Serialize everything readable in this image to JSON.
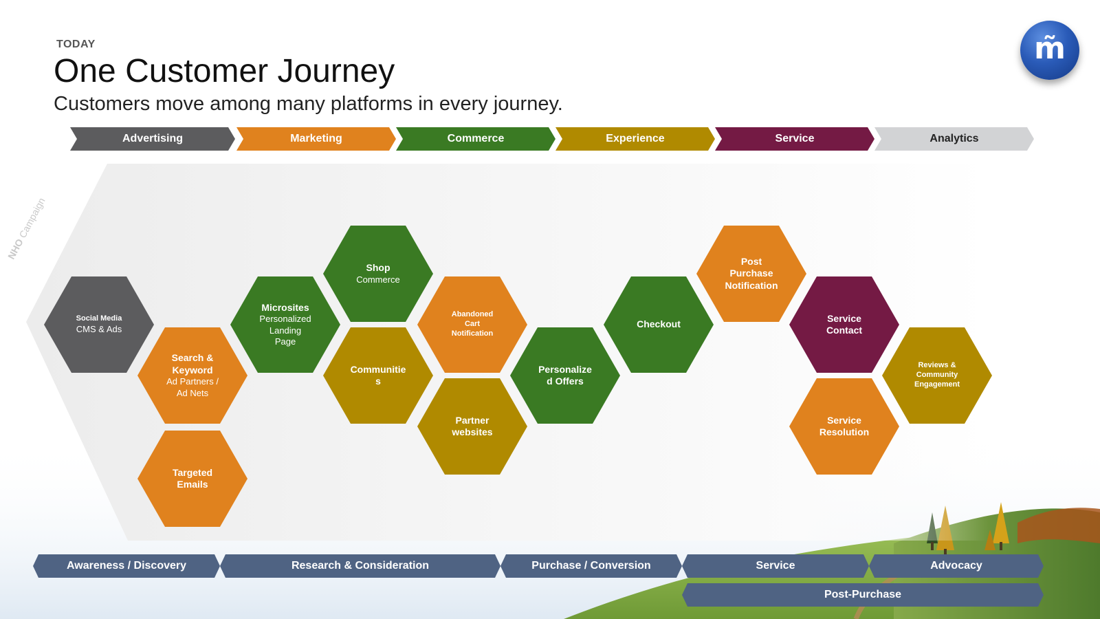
{
  "header": {
    "kicker": "TODAY",
    "title": "One Customer Journey",
    "subtitle": "Customers move among many platforms in every journey.",
    "logo_text": "m̃"
  },
  "top_stages": [
    {
      "label": "Advertising",
      "color": "#5c5c5e"
    },
    {
      "label": "Marketing",
      "color": "#e0821e"
    },
    {
      "label": "Commerce",
      "color": "#3a7a23"
    },
    {
      "label": "Experience",
      "color": "#b08a00"
    },
    {
      "label": "Service",
      "color": "#741a44"
    },
    {
      "label": "Analytics",
      "color": "#d2d3d5"
    }
  ],
  "campaign": {
    "bold": "NHO",
    "rest": " Campaign"
  },
  "hexes": [
    {
      "title": "Social Media",
      "sub": "CMS & Ads",
      "color": "#5c5c5e"
    },
    {
      "title": "Search & Keyword",
      "sub": "Ad Partners / Ad Nets",
      "color": "#e0821e"
    },
    {
      "title": "Targeted Emails",
      "sub": "",
      "color": "#e0821e"
    },
    {
      "title": "Microsites",
      "sub": "Personalized Landing Page",
      "color": "#3a7a23"
    },
    {
      "title": "Shop",
      "sub": "Commerce",
      "color": "#3a7a23"
    },
    {
      "title": "Communitie s",
      "sub": "",
      "color": "#b08a00"
    },
    {
      "title": "Abandoned Cart Notification",
      "sub": "",
      "color": "#e0821e"
    },
    {
      "title": "Partner websites",
      "sub": "",
      "color": "#b08a00"
    },
    {
      "title": "Personalize d Offers",
      "sub": "",
      "color": "#3a7a23"
    },
    {
      "title": "Checkout",
      "sub": "",
      "color": "#3a7a23"
    },
    {
      "title": "Post Purchase Notification",
      "sub": "",
      "color": "#e0821e"
    },
    {
      "title": "Service Contact",
      "sub": "",
      "color": "#741a44"
    },
    {
      "title": "Service Resolution",
      "sub": "",
      "color": "#e0821e"
    },
    {
      "title": "Reviews & Community Engagement",
      "sub": "",
      "color": "#b08a00"
    }
  ],
  "bottom_phases": [
    {
      "label": "Awareness / Discovery"
    },
    {
      "label": "Research & Consideration"
    },
    {
      "label": "Purchase / Conversion"
    },
    {
      "label": "Service"
    },
    {
      "label": "Advocacy"
    }
  ],
  "post_purchase": "Post-Purchase"
}
